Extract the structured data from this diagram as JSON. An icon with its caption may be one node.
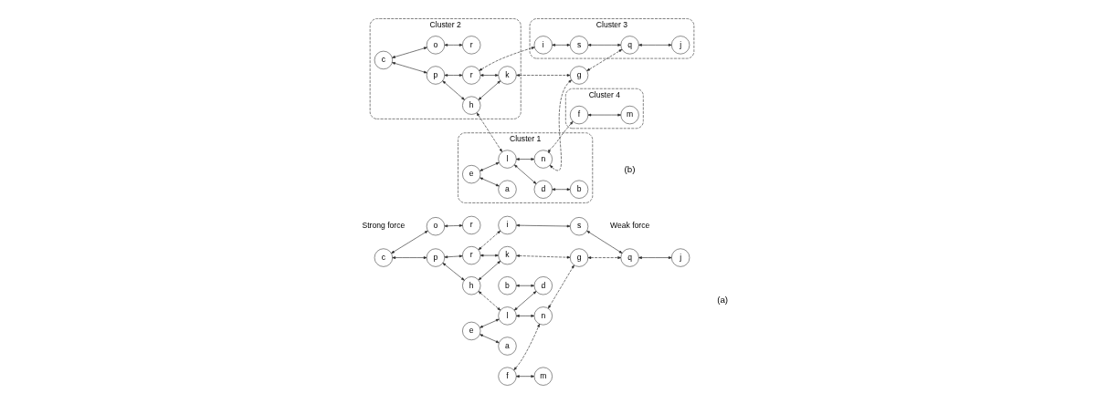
{
  "diagram": {
    "nodes": [
      {
        "text": [
          "c"
        ]
      },
      {
        "text": [
          "p"
        ]
      },
      {
        "text": [
          "r"
        ]
      },
      {
        "text": [
          "i"
        ]
      },
      {
        "text": [
          "e"
        ]
      },
      {
        "text": [
          "o"
        ]
      },
      {
        "text": [
          "h"
        ]
      },
      {
        "text": [
          "f"
        ]
      },
      {
        "text": [
          "k"
        ]
      },
      {
        "text": [
          "s"
        ]
      },
      {
        "text": [
          "a"
        ]
      },
      {
        "text": [
          "l"
        ]
      },
      {
        "text": [
          "n"
        ]
      },
      {
        "text": [
          "g"
        ]
      },
      {
        "text": [
          "q"
        ]
      },
      {
        "text": [
          "b"
        ]
      },
      {
        "text": [
          "d"
        ]
      },
      {
        "text": [
          "r"
        ]
      },
      {
        "text": [
          "m"
        ]
      },
      {
        "text": [
          "j"
        ]
      },
      {
        "text": [
          "Cluster 2"
        ]
      },
      {
        "text": [
          "c"
        ],
        "in": 20
      },
      {
        "text": [
          "p"
        ],
        "in": 20
      },
      {
        "text": [
          "r"
        ],
        "in": 20
      },
      {
        "text": [
          "o"
        ],
        "in": 20
      },
      {
        "text": [
          "h"
        ],
        "in": 20
      },
      {
        "text": [
          "k"
        ],
        "in": 20
      },
      {
        "text": [
          "r"
        ],
        "in": 20
      },
      {
        "text": [
          "Cluster 1"
        ]
      },
      {
        "text": [
          "e"
        ],
        "in": 28
      },
      {
        "text": [
          "l"
        ],
        "in": 28
      },
      {
        "text": [
          "a"
        ],
        "in": 28
      },
      {
        "text": [
          "n"
        ],
        "in": 28
      },
      {
        "text": [
          "b"
        ],
        "in": 28
      },
      {
        "text": [
          "d"
        ],
        "in": 28
      },
      {
        "text": [
          "Cluster 3"
        ]
      },
      {
        "text": [
          "i"
        ],
        "in": 35
      },
      {
        "text": [
          "s"
        ],
        "in": 35
      },
      {
        "text": [
          "q"
        ],
        "in": 35
      },
      {
        "text": [
          "j"
        ],
        "in": 35
      },
      {
        "text": [
          "Cluster 4"
        ]
      },
      {
        "text": [
          "f"
        ],
        "in": 40
      },
      {
        "text": [
          "m"
        ],
        "in": 40
      },
      {
        "text": [
          "g"
        ]
      }
    ],
    "edges": [
      {
        "from": 0,
        "to": 1,
        "arrow": "both"
      },
      {
        "from": 0,
        "to": 5,
        "arrow": "both"
      },
      {
        "from": 1,
        "to": 2,
        "arrow": "both"
      },
      {
        "from": 2,
        "to": 3,
        "arrow": "both",
        "style": "dashed"
      },
      {
        "from": 1,
        "to": 6,
        "arrow": "both"
      },
      {
        "from": 4,
        "to": 10,
        "arrow": "both"
      },
      {
        "from": 4,
        "to": 11,
        "arrow": "both"
      },
      {
        "from": 5,
        "to": 17,
        "arrow": "both"
      },
      {
        "from": 6,
        "to": 11,
        "arrow": "both",
        "style": "dashed"
      },
      {
        "from": 6,
        "to": 8,
        "arrow": "both"
      },
      {
        "from": 7,
        "to": 12,
        "arrow": "both",
        "style": "dashed"
      },
      {
        "from": 7,
        "to": 18,
        "arrow": "both"
      },
      {
        "from": 2,
        "to": 8,
        "arrow": "both"
      },
      {
        "from": 3,
        "to": 9,
        "arrow": "both"
      },
      {
        "from": 11,
        "to": 12,
        "arrow": "both"
      },
      {
        "from": 12,
        "to": 13,
        "arrow": "both",
        "style": "dashed"
      },
      {
        "from": 8,
        "to": 13,
        "arrow": "both",
        "style": "dashed"
      },
      {
        "from": 13,
        "to": 14,
        "arrow": "both",
        "style": "dashed"
      },
      {
        "from": 9,
        "to": 14,
        "arrow": "both"
      },
      {
        "from": 14,
        "to": 19,
        "arrow": "both"
      },
      {
        "from": 11,
        "to": 16,
        "arrow": "both"
      },
      {
        "from": 15,
        "to": 16,
        "arrow": "both"
      },
      {
        "from": 21,
        "to": 22,
        "arrow": "both"
      },
      {
        "from": 21,
        "to": 24,
        "arrow": "both"
      },
      {
        "from": 22,
        "to": 23,
        "arrow": "both"
      },
      {
        "from": 23,
        "to": 36,
        "arrow": "both",
        "style": "dashed"
      },
      {
        "from": 22,
        "to": 25,
        "arrow": "both"
      },
      {
        "from": 23,
        "to": 26,
        "arrow": "both"
      },
      {
        "from": 25,
        "to": 26,
        "arrow": "both"
      },
      {
        "from": 24,
        "to": 27,
        "arrow": "both"
      },
      {
        "from": 25,
        "to": 30,
        "arrow": "both",
        "style": "dashed"
      },
      {
        "from": 26,
        "to": 43,
        "arrow": "both",
        "style": "dashed"
      },
      {
        "from": 36,
        "to": 37,
        "arrow": "both"
      },
      {
        "from": 37,
        "to": 38,
        "arrow": "both"
      },
      {
        "from": 38,
        "to": 39,
        "arrow": "both"
      },
      {
        "from": 29,
        "to": 30,
        "arrow": "both"
      },
      {
        "from": 29,
        "to": 31,
        "arrow": "both"
      },
      {
        "from": 30,
        "to": 32,
        "arrow": "both"
      },
      {
        "from": 30,
        "to": 34,
        "arrow": "both"
      },
      {
        "from": 34,
        "to": 33,
        "arrow": "both"
      },
      {
        "from": 32,
        "to": 41,
        "arrow": "both",
        "style": "dashed"
      },
      {
        "from": 32,
        "to": 43,
        "arrow": "both",
        "style": "dashed"
      },
      {
        "from": 41,
        "to": 42,
        "arrow": "both"
      },
      {
        "from": 43,
        "to": 38,
        "arrow": "both",
        "style": "dashed"
      }
    ],
    "labels": [
      "(a)",
      "(b)"
    ],
    "legend": [
      {
        "text": "Strong force"
      },
      {
        "text": "Weak force"
      }
    ]
  }
}
